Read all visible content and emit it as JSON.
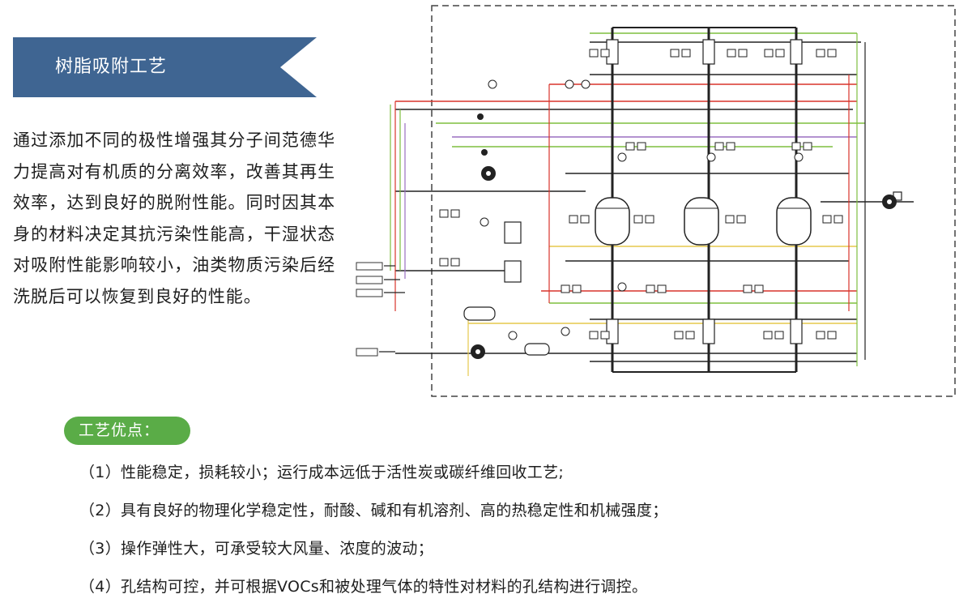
{
  "section_title": "树脂吸附工艺",
  "description": "通过添加不同的极性增强其分子间范德华力提高对有机质的分离效率，改善其再生效率，达到良好的脱附性能。同时因其本身的材料决定其抗污染性能高，干湿状态对吸附性能影响较小，油类物质污染后经洗脱后可以恢复到良好的性能。",
  "advantages": {
    "title": "工艺优点：",
    "items": [
      "（1）性能稳定，损耗较小；运行成本远低于活性炭或碳纤维回收工艺;",
      "（2）具有良好的物理化学稳定性，耐酸、碱和有机溶剂、高的热稳定性和机械强度；",
      "（3）操作弹性大，可承受较大风量、浓度的波动；",
      "（4）孔结构可控，并可根据VOCs和被处理气体的特性对材料的孔结构进行调控。"
    ]
  },
  "colors": {
    "banner": "#3f6592",
    "pill": "#5aac47",
    "line_red": "#d9342b",
    "line_green": "#7fbf3f",
    "line_purple": "#9a6fc0",
    "line_yellow": "#e6c84c",
    "line_dark": "#222222"
  }
}
